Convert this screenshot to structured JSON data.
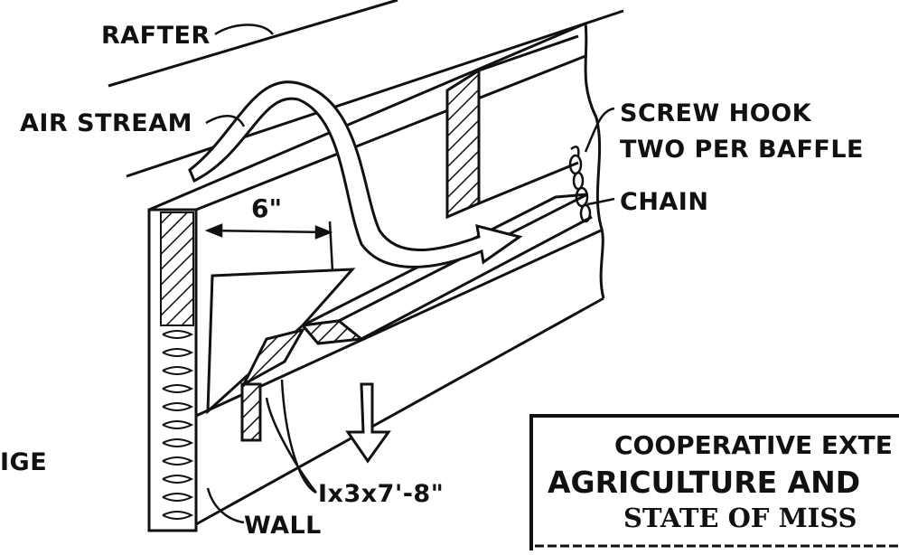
{
  "diagram": {
    "labels": {
      "rafter": "RAFTER",
      "air_stream": "AIR STREAM",
      "screw_hook_line1": "SCREW HOOK",
      "screw_hook_line2": "TWO PER BAFFLE",
      "chain": "CHAIN",
      "dimension": "6\"",
      "board": "Ix3x7'-8\"",
      "wall": "WALL",
      "edge_fragment": "IGE"
    },
    "extension_box": {
      "line1": "COOPERATIVE EXTE",
      "line2": "AGRICULTURE AND",
      "line3": "STATE OF MISS"
    }
  },
  "colors": {
    "ink": "#111111",
    "paper": "#ffffff"
  }
}
